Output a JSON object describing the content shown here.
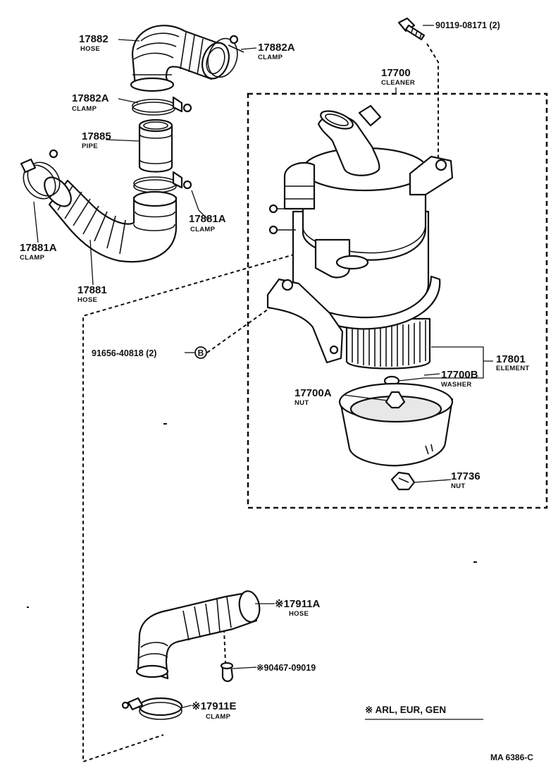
{
  "callouts": [
    {
      "number": "17882",
      "desc": "HOSE"
    },
    {
      "number": "17882A",
      "desc": "CLAMP"
    },
    {
      "number": "17882A",
      "desc": "CLAMP"
    },
    {
      "number": "17885",
      "desc": "PIPE"
    },
    {
      "number": "17881A",
      "desc": "CLAMP"
    },
    {
      "number": "17881A",
      "desc": "CLAMP"
    },
    {
      "number": "17881",
      "desc": "HOSE"
    },
    {
      "number": "17700",
      "desc": "CLEANER"
    },
    {
      "number": "17801",
      "desc": "ELEMENT"
    },
    {
      "number": "17700B",
      "desc": "WASHER"
    },
    {
      "number": "17700A",
      "desc": "NUT"
    },
    {
      "number": "17736",
      "desc": "NUT"
    },
    {
      "number": "※17911A",
      "desc": "HOSE"
    },
    {
      "number": "※17911E",
      "desc": "CLAMP"
    }
  ],
  "part_numbers": {
    "bolt_top": "90119-08171 (2)",
    "bolt_b": "91656-40818 (2)",
    "bolt_b_marker": "B",
    "grommet": "※90467-09019"
  },
  "note": "※ ARL, EUR, GEN",
  "drawing_code": "MA  6386-C"
}
